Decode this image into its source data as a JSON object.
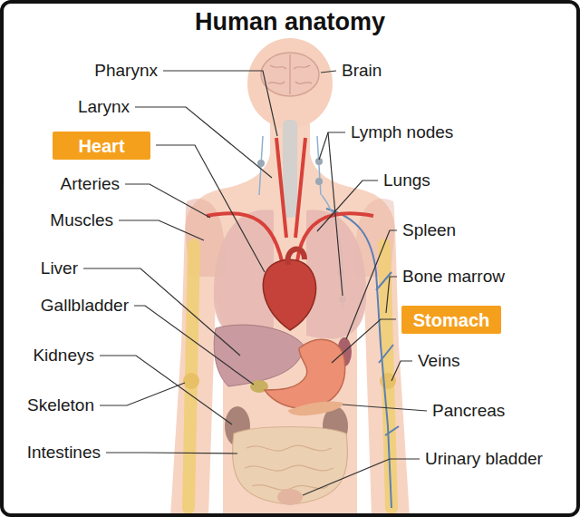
{
  "diagram": {
    "title": "Human anatomy",
    "nodes": [
      {
        "text": [
          "Heart"
        ]
      },
      {
        "text": [
          "Stomach"
        ]
      }
    ],
    "labels": [
      "Pharynx",
      "Brain",
      "Larynx",
      "Lymph nodes",
      "Arteries",
      "Lungs",
      "Muscles",
      "Spleen",
      "Liver",
      "Bone marrow",
      "Gallbladder",
      "Kidneys",
      "Veins",
      "Skeleton",
      "Pancreas",
      "Intestines",
      "Urinary bladder"
    ]
  }
}
